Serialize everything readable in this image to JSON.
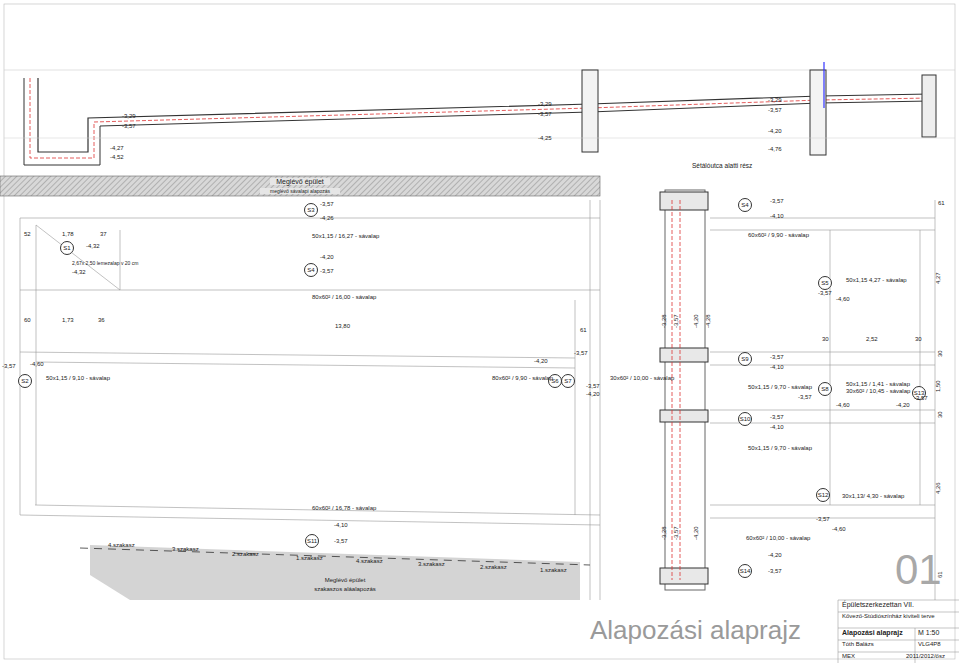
{
  "diagram": {
    "title": "Alapozási alaprajz",
    "nodes": [
      {
        "text": [
          "Meglévő épület",
          "meglévő sávalapi alapozás"
        ]
      },
      {
        "text": [
          "S3"
        ]
      },
      {
        "text": [
          "S1"
        ]
      },
      {
        "text": [
          "S4"
        ]
      },
      {
        "text": [
          "S4"
        ]
      },
      {
        "text": [
          "S5"
        ]
      },
      {
        "text": [
          "S2"
        ]
      },
      {
        "text": [
          "S6"
        ]
      },
      {
        "text": [
          "S7"
        ]
      },
      {
        "text": [
          "S9"
        ]
      },
      {
        "text": [
          "S8"
        ]
      },
      {
        "text": [
          "S13"
        ]
      },
      {
        "text": [
          "S10"
        ]
      },
      {
        "text": [
          "S12"
        ]
      },
      {
        "text": [
          "S11"
        ]
      },
      {
        "text": [
          "S14"
        ]
      },
      {
        "text": [
          "Meglévő épület",
          "szakaszos aláalapozás"
        ]
      },
      {
        "text": [
          "Épületszerkezettan VII.",
          "Kővező-Stúdiószínház kiviteli terve",
          "Alapozási alaprajz",
          "M 1:50",
          "Tóth Balázs",
          "VLG4P8",
          "MEX",
          "2011/2012/ősz"
        ]
      }
    ],
    "labels": [
      "-3,29",
      "-3,57",
      "-4,27",
      "-4,52",
      "-3,29",
      "-3,57",
      "-4,25",
      "-3,29",
      "-3,57",
      "-4,20",
      "-4,76",
      "Sétálóutca alatti rész",
      "61",
      "-3,57",
      "-4,26",
      "50x1,15 / 16,27 - sávalap",
      "52",
      "1,78",
      "37",
      "-4,32",
      "2,67x 2,50 lemezalap v 20 cm",
      "-4,32",
      "-4,20",
      "-3,57",
      "80x60² / 16,00 - sávalap",
      "-3,57",
      "-4,10",
      "60x60² / 9,90 - sávalap",
      "50x1,15 4,27 - sávalap",
      "-3,57",
      "-4,60",
      "4,27",
      "60",
      "1,73",
      "36",
      "13,80",
      "61",
      "-3,28",
      "-3,57",
      "-4,20",
      "-4,28",
      "30",
      "2,52",
      "30",
      "-3,57",
      "-4,60",
      "50x1,15 / 9,10 - sávalap",
      "-3,57",
      "-4,20",
      "80x60² / 9,90 - sávalap",
      "-3,57",
      "-4,20",
      "30x60² / 10,00 - sávalap",
      "-3,57",
      "-4,10",
      "50x1,15 / 9,70 - sávalap",
      "50x1,15 / 1,41 - sávalap",
      "30x60² / 10,45 - sávalap",
      "-3,57",
      "-4,60",
      "-4,20",
      "-3,57",
      "30",
      "1,50",
      "30",
      "-3,57",
      "-4,10",
      "50x1,15 / 9,70 - sávalap",
      "30x1,13/ 4,30 - sávalap",
      "4,26",
      "60x60² / 16,78 - sávalap",
      "-4,10",
      "-3,57",
      "-3,28",
      "-3,57",
      "-4,20",
      "-3,57",
      "-4,60",
      "60x60² / 10,00 - sávalap",
      "-4,20",
      "-3,57",
      "61",
      "4.szakasz",
      "3.szakasz",
      "2.szakasz",
      "1.szakasz",
      "4.szakasz",
      "3.szakasz",
      "2.szakasz",
      "1.szakasz",
      "01"
    ]
  }
}
